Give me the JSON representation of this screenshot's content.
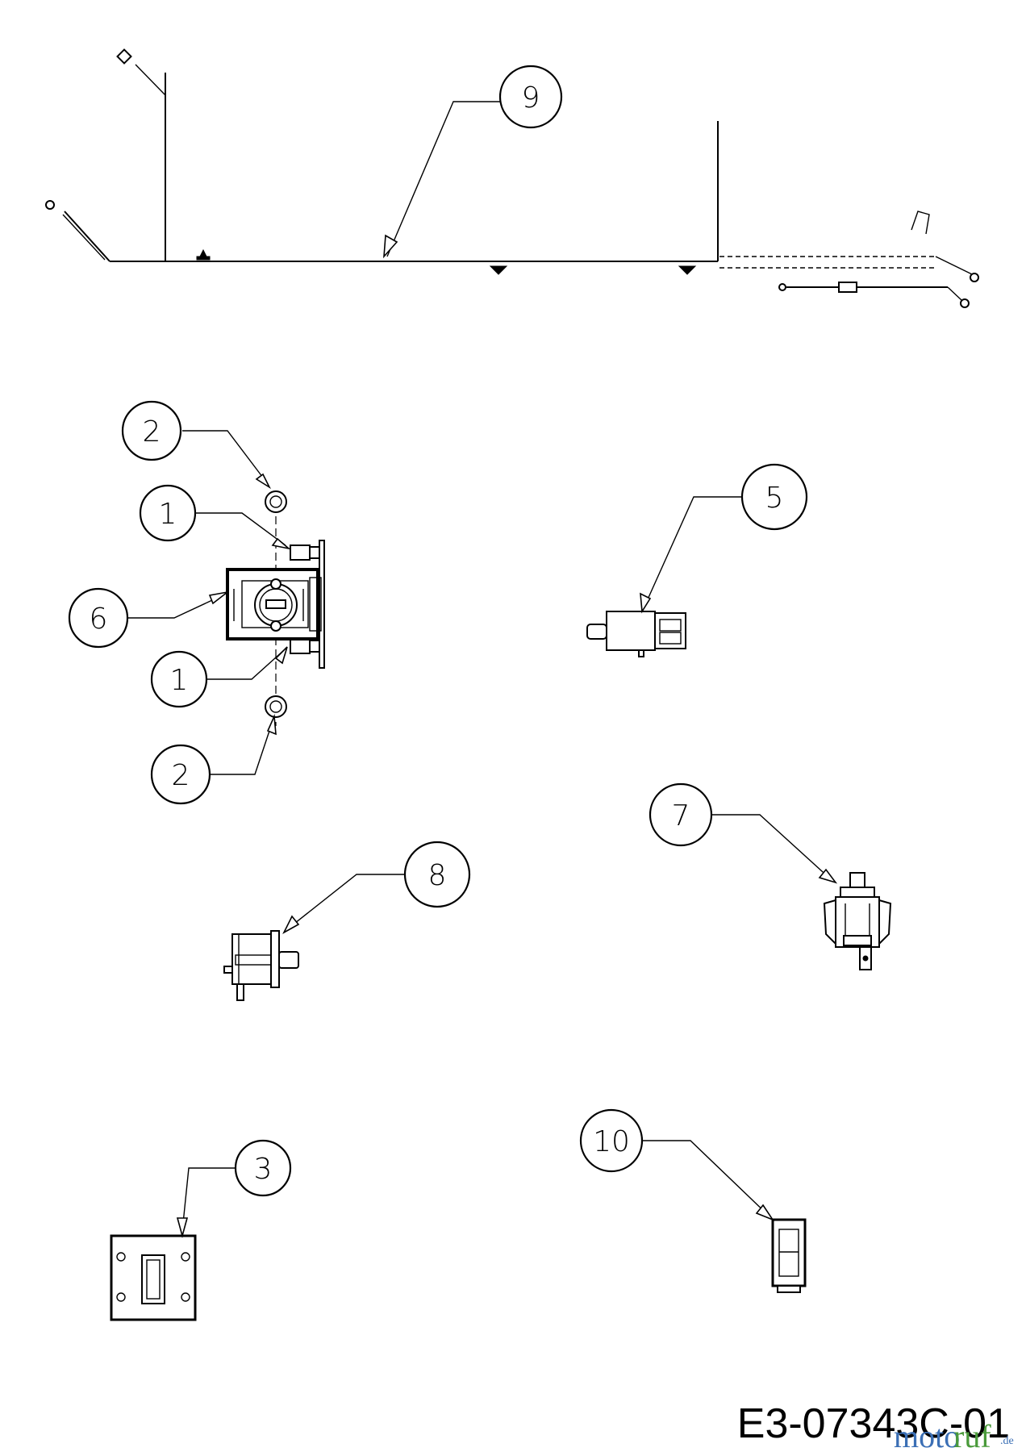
{
  "callouts": {
    "c1a": "1",
    "c1b": "1",
    "c2a": "2",
    "c2b": "2",
    "c3": "3",
    "c5": "5",
    "c6": "6",
    "c7": "7",
    "c8": "8",
    "c9": "9",
    "c10": "10"
  },
  "drawing_code": "E3-07343C-01",
  "watermark": {
    "part1": "moto",
    "part2": "ruf",
    "suffix": ".de"
  }
}
